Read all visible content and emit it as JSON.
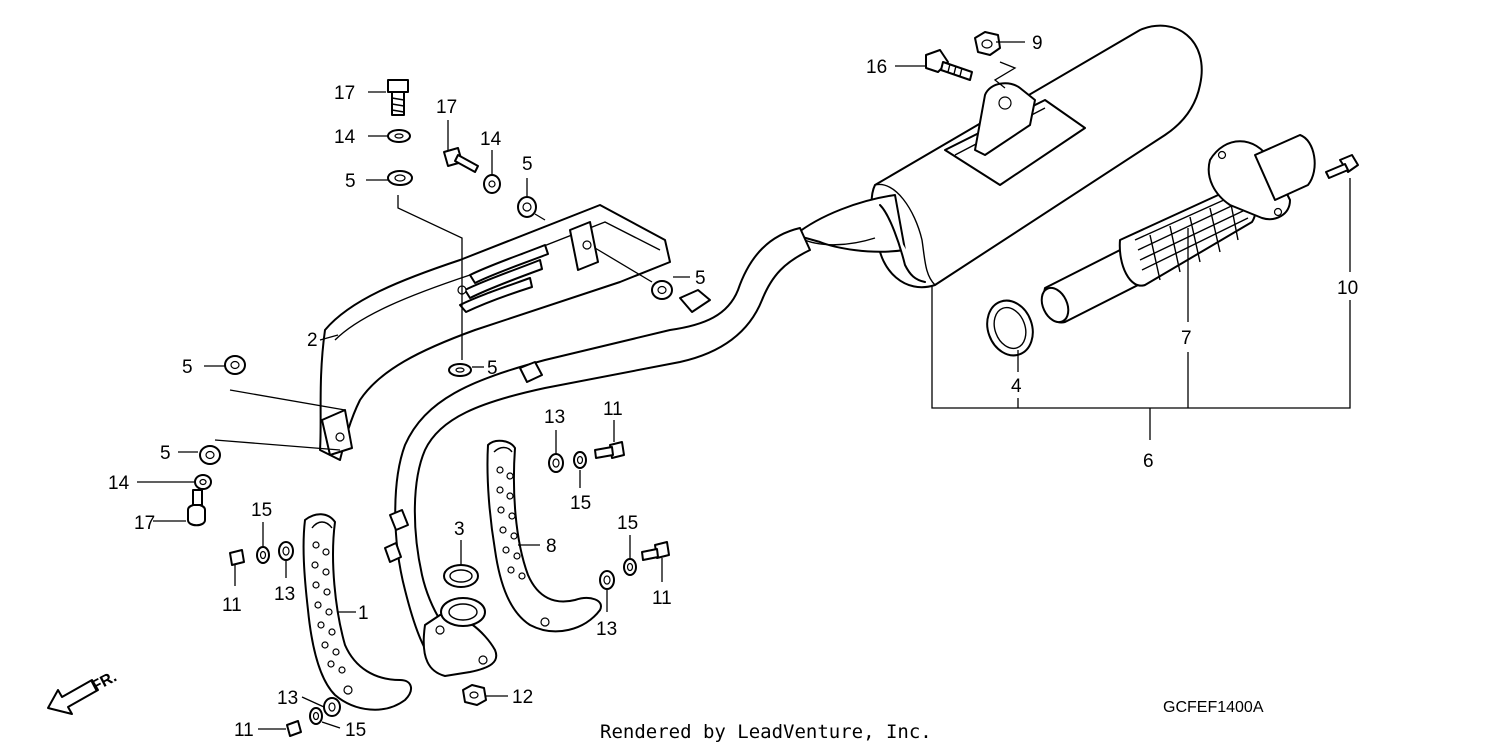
{
  "callouts": {
    "c1": "1",
    "c2": "2",
    "c3": "3",
    "c4": "4",
    "c5": "5",
    "c6": "6",
    "c7": "7",
    "c8": "8",
    "c9": "9",
    "c10": "10",
    "c11": "11",
    "c12": "12",
    "c13": "13",
    "c14": "14",
    "c15": "15",
    "c16": "16",
    "c17": "17"
  },
  "front_label": "FR.",
  "diagram_code": "GCFEF1400A",
  "credit": "Rendered by LeadVenture, Inc.",
  "icons": {
    "front_arrow": "arrow-down-left-icon"
  }
}
